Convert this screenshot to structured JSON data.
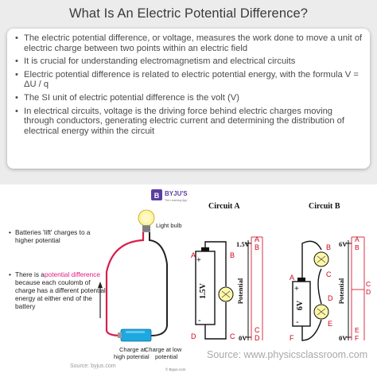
{
  "title": "What Is An Electric Potential Difference?",
  "bullets": [
    "The electric potential difference, or voltage, measures the work done to move a unit of electric charge between two points within an electric field",
    "It is crucial for understanding electromagnetism and electrical circuits",
    "Electric potential difference is related to electric potential energy, with the formula V = ΔU / q",
    "The SI unit of electric potential difference is the volt (V)",
    "In electrical circuits, voltage is the driving force behind electric charges moving through conductors, generating electric current and determining the distribution of electrical energy within the circuit"
  ],
  "figure": {
    "left_panel": {
      "notes": [
        "Batteries 'lift' charges to a higher potential",
        "There is a ",
        "potential difference",
        " because each coulomb of charge has a different potential energy at either end of the battery"
      ],
      "note_lines": {
        "batteries": [
          "Batteries 'lift' charges to a",
          "higher potential"
        ],
        "pd_prefix": "There is a",
        "pd_highlight": "potential difference",
        "pd_rest": [
          "because each coulomb of",
          "charge has a different potential",
          "energy at either end of the",
          "battery"
        ]
      },
      "light_bulb": "Light bulb",
      "charge_high": [
        "Charge at",
        "high potential"
      ],
      "charge_low": [
        "Charge at low",
        "potential"
      ],
      "source": "Source: byjus.com",
      "watermark": "© Byjus.com",
      "logo": "BYJU'S",
      "logo_tag": "The Learning App",
      "highlight_color": "#e0197d"
    },
    "circuit_a": {
      "title": "Circuit A",
      "battery": "1.5V",
      "top_voltage": "1.5V",
      "bottom_voltage": "0V",
      "axis_label": "Potential",
      "labels": {
        "A": "A",
        "B": "B",
        "C": "C",
        "D": "D"
      }
    },
    "circuit_b": {
      "title": "Circuit B",
      "battery": "6V",
      "top_voltage": "6V",
      "bottom_voltage": "0V",
      "axis_label": "Potential",
      "labels": {
        "A": "A",
        "B": "B",
        "C": "C",
        "D": "D",
        "E": "E",
        "F": "F"
      }
    },
    "source_right": "Source: www.physicsclassroom.com",
    "label_color": "#d0021b"
  }
}
